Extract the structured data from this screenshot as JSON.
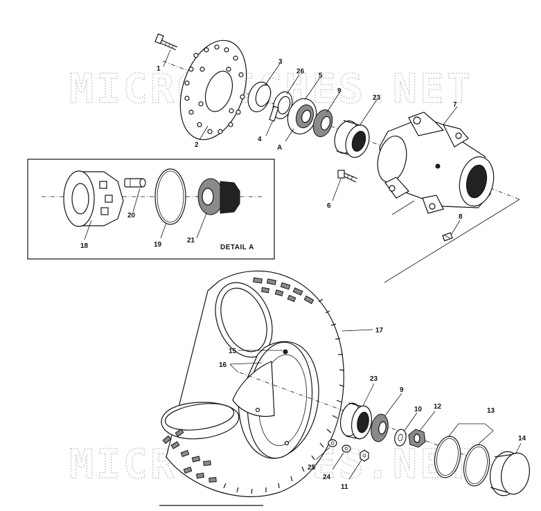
{
  "watermark": "MICROFICHES.NET",
  "detail": {
    "title": "DETAIL A"
  },
  "callouts": {
    "c1": "1",
    "c2": "2",
    "c3": "3",
    "c26": "26",
    "c5": "5",
    "c9a": "9",
    "c23a": "23",
    "c7": "7",
    "c4": "4",
    "cA": "A",
    "c6": "6",
    "c8": "8",
    "c18": "18",
    "c20": "20",
    "c19": "19",
    "c21": "21",
    "c17": "17",
    "c15": "15",
    "c16": "16",
    "c23b": "23",
    "c9b": "9",
    "c10": "10",
    "c12": "12",
    "c13": "13",
    "c14": "14",
    "c25": "25",
    "c24": "24",
    "c11": "11"
  },
  "colors": {
    "ink": "#111111",
    "watermark": "#c9c9c9",
    "paper": "#ffffff"
  }
}
